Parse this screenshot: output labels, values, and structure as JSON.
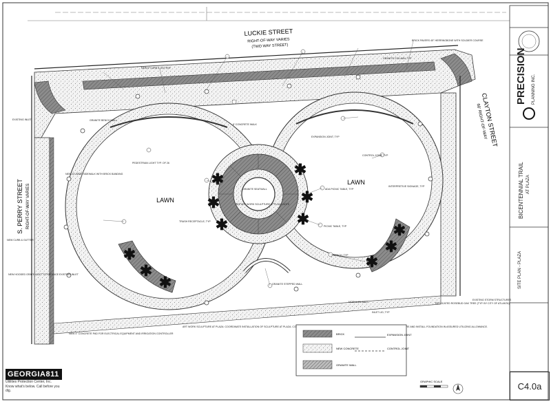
{
  "streets": {
    "luckie_name": "LUCKIE STREET",
    "luckie_row": "RIGHT-OF-WAY VARIES",
    "luckie_way": "(TWO WAY STREET)",
    "perry_name": "S. PERRY STREET",
    "perry_row": "RIGHT-OF-WAY VARIES",
    "clayton_name": "CLAYTON STREET",
    "clayton_row": "60' RIGHT-OF-WAY"
  },
  "plan": {
    "lawn_left": "LAWN",
    "lawn_right": "LAWN"
  },
  "notes": [
    "BRICK PAVERS 45° HERRINGBONE WITH SOLDIER COURSE",
    "GRANITE COLUMN, TYP",
    "GRANITE BENCH WALL",
    "8' CONCRETE WALK",
    "EXPANSION JOINT, TYP",
    "CONTROL JOINT, TYP",
    "GRANITE SEATWALL",
    "PEDESTRIAN LIGHT TYP. OF 26",
    "ADA PICNIC TABLE, TYP",
    "PICNIC TABLE, TYP",
    "TRASH RECEPTACLE, TYP",
    "INTERPRETIVE SIGNAGE, TYP",
    "NEW CURB & GUTTER",
    "BENCH, TYP",
    "GRANITE STEPPED WALL",
    "SEE ART WORK SCULPTURE AT PLAZA NOTE",
    "NEW 6' CURB & GUTTER",
    "NEW 10' WIDE SIDEWALK WITH BRICK BANDING",
    "NEW HOODED GRATE INLET TO REPLACE EXISTING INLET",
    "MODULAR WALL",
    "INLET LID, TYP",
    "RELOCATED ROSEBUD OAK TREE (TYP. BY CITY OF ATLANTA)",
    "EXISTING STORM STRUCTURES",
    "EXISTING INLET",
    "NEW 4\" CONCRETE PAD FOR ELECTRICAL EQUIPMENT AND IRRIGATION CONTROLLER"
  ],
  "art_note": "ART WORK SCULPTURE AT PLAZA: COORDINATE INSTALLATION OF SCULPTURE AT PLAZA. COORDINATE FOUNDATION REQUIREMENTS WITH OWNER TO PROPERLY SUPPORT SCULPTURE AND INSTALL FOUNDATION IN ASSURED UTILIZING ALLOWANCE.",
  "legend": [
    {
      "label": "BRICK",
      "kind": "brick"
    },
    {
      "label": "NEW CONCRETE",
      "kind": "concrete"
    },
    {
      "label": "GRANITE WALL",
      "kind": "granite"
    },
    {
      "label": "EXPANSION JOINT",
      "kind": "ejoint"
    },
    {
      "label": "CONTROL JOINT",
      "kind": "cjoint"
    }
  ],
  "graphic_scale": "GRAPHIC SCALE",
  "title_block": {
    "firm": "PRECISION",
    "firm_sub": "PLANNING INC.",
    "project": "BICENTENNIAL TRAIL",
    "project_sub": "AT PLAZA",
    "sheet_title": "SITE PLAN - PLAZA",
    "sheet_number": "C4.0a"
  },
  "georgia811": {
    "logo": "GEORGIA811",
    "sub": "Utilities Protection Center, Inc.",
    "call": "Know what's below. Call before you dig."
  },
  "colors": {
    "line": "#222222",
    "hatch_fill": "#9a9a9a",
    "concrete_fill": "#ececec",
    "paper": "#ffffff"
  }
}
